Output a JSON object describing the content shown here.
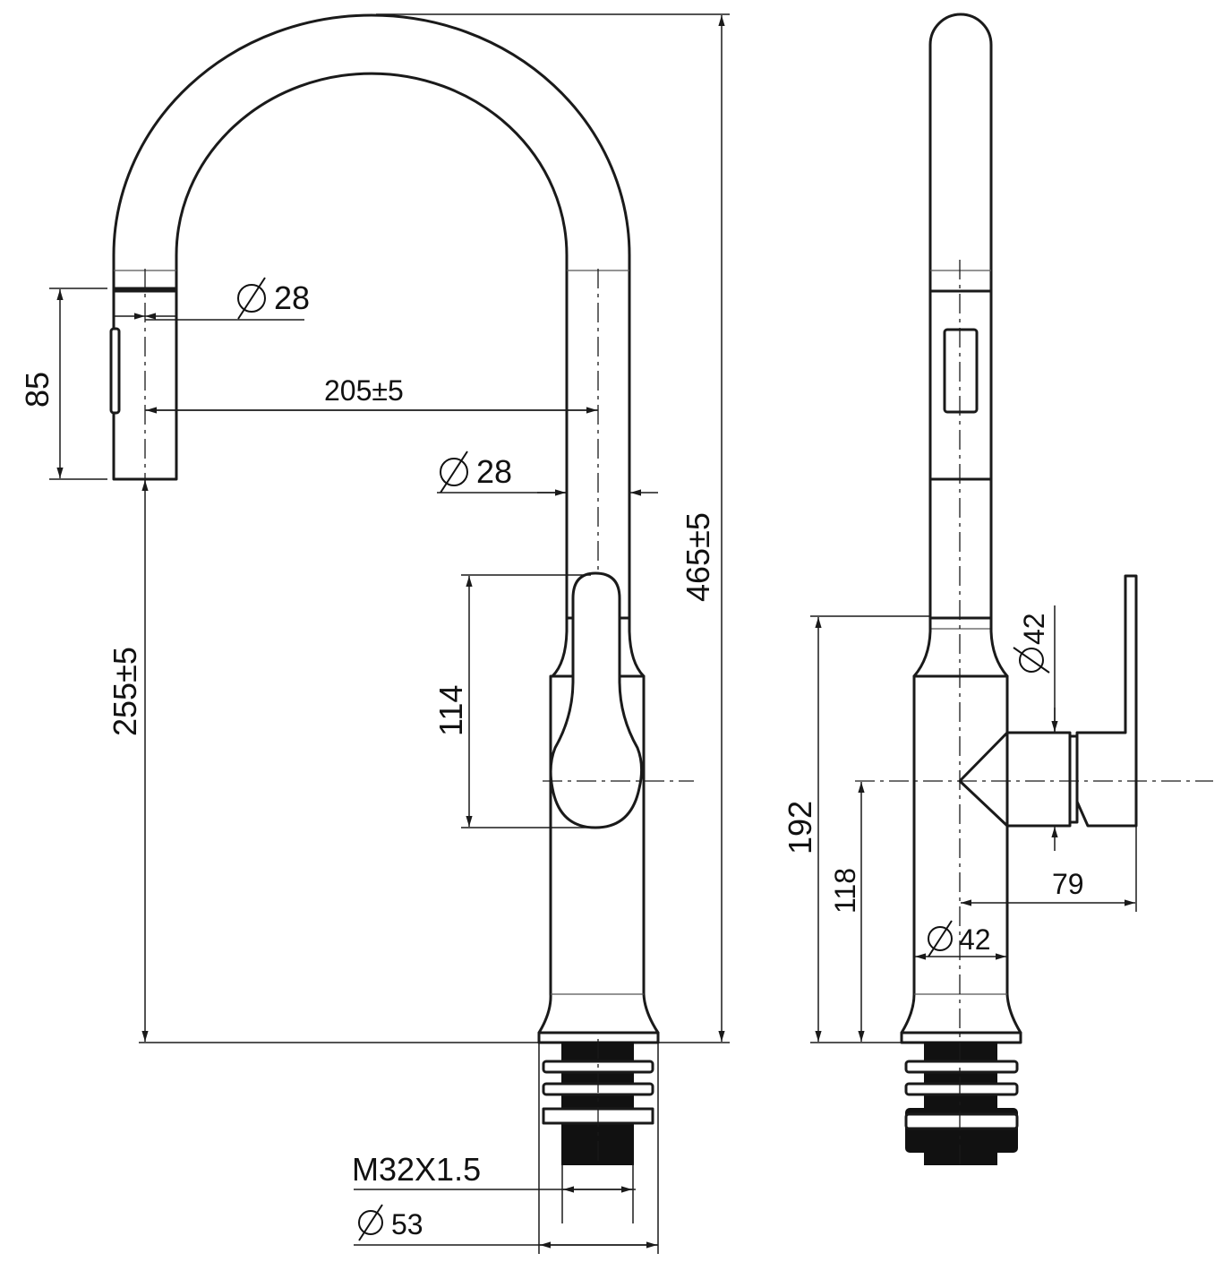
{
  "front_view": {
    "spout_dia": "28",
    "spray_head_length": "85",
    "reach": "205±5",
    "body_dia": "28",
    "total_height": "465±5",
    "handle_height": "114",
    "spout_height": "255±5",
    "thread": "M32X1.5",
    "base_dia": "53"
  },
  "side_view": {
    "handle_dia": "42",
    "body_height": "192",
    "handle_axis_height": "118",
    "base_dia": "42",
    "handle_offset": "79"
  },
  "colors": {
    "line": "#1a1a1a",
    "background": "#ffffff"
  }
}
